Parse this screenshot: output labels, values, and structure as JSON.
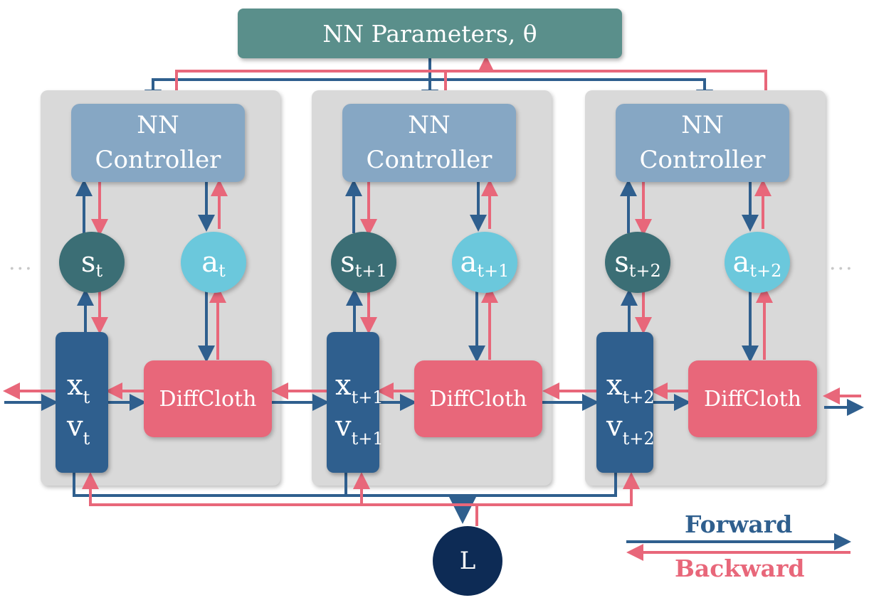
{
  "parameters": {
    "label": "NN Parameters, θ"
  },
  "steps": [
    {
      "controller": {
        "line1": "NN",
        "line2": "Controller"
      },
      "state": {
        "base": "s",
        "sub": "t"
      },
      "action": {
        "base": "a",
        "sub": "t"
      },
      "position": {
        "base": "x",
        "sub": "t"
      },
      "velocity": {
        "base": "v",
        "sub": "t"
      },
      "simulator": "DiffCloth"
    },
    {
      "controller": {
        "line1": "NN",
        "line2": "Controller"
      },
      "state": {
        "base": "s",
        "sub": "t+1"
      },
      "action": {
        "base": "a",
        "sub": "t+1"
      },
      "position": {
        "base": "x",
        "sub": "t+1"
      },
      "velocity": {
        "base": "v",
        "sub": "t+1"
      },
      "simulator": "DiffCloth"
    },
    {
      "controller": {
        "line1": "NN",
        "line2": "Controller"
      },
      "state": {
        "base": "s",
        "sub": "t+2"
      },
      "action": {
        "base": "a",
        "sub": "t+2"
      },
      "position": {
        "base": "x",
        "sub": "t+2"
      },
      "velocity": {
        "base": "v",
        "sub": "t+2"
      },
      "simulator": "DiffCloth"
    }
  ],
  "ellipsis_left": "...",
  "ellipsis_right": "...",
  "loss": {
    "label": "L"
  },
  "legend": {
    "forward": "Forward",
    "backward": "Backward"
  },
  "colors": {
    "forward": "#2f5f8e",
    "backward": "#e8677a"
  }
}
